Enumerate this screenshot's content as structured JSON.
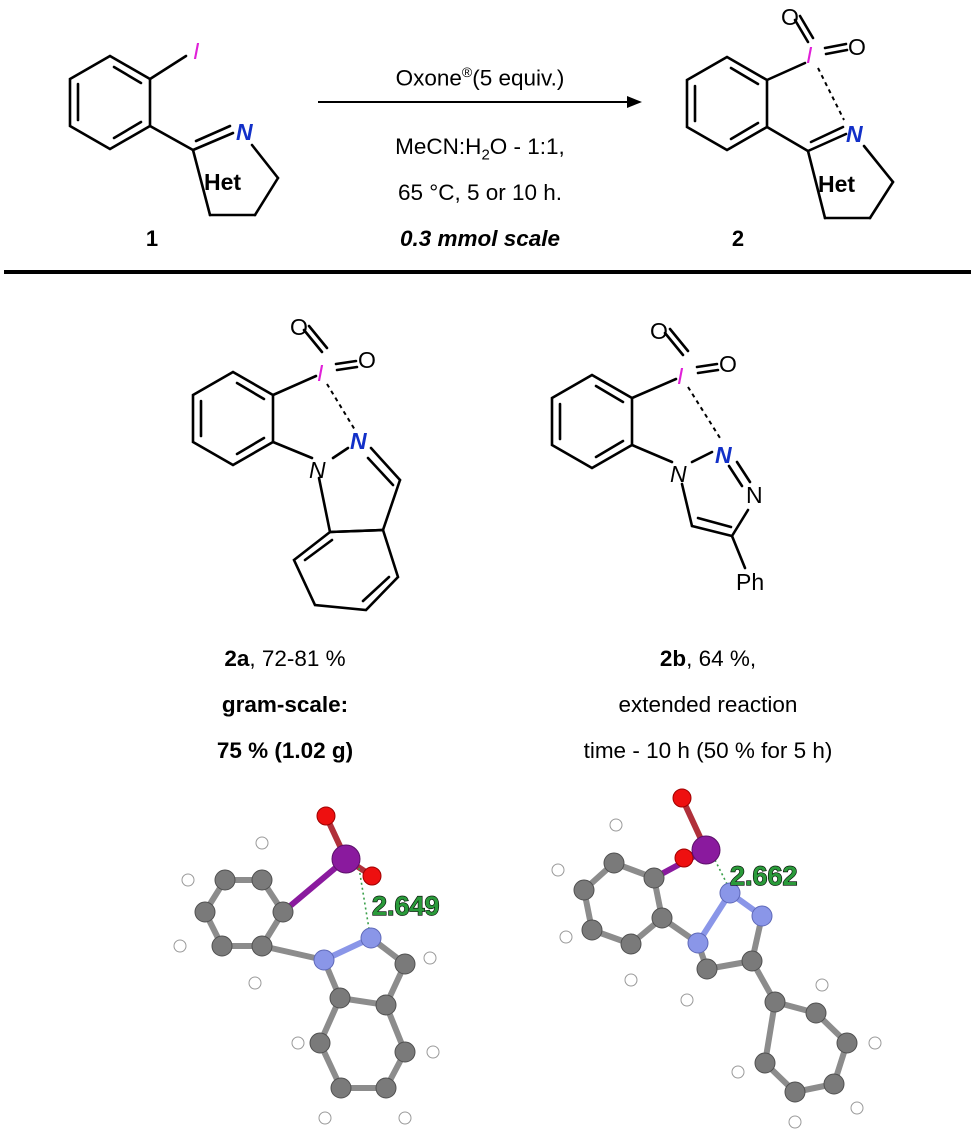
{
  "scheme": {
    "conditions": {
      "oxidant": "Oxone",
      "oxidant_mark": "®",
      "oxidant_equiv": "(5 equiv.)",
      "solvent_pre": "MeCN:H",
      "solvent_sub": "2",
      "solvent_post": "O - 1:1,",
      "temp_time": "65 °C, 5 or 10 h.",
      "scale": "0.3 mmol scale"
    },
    "reactant_label": "1",
    "product_label": "2",
    "atoms": {
      "iodine": "I",
      "nitrogen": "N",
      "oxygen": "O",
      "het": "Het",
      "phenyl": "Ph"
    }
  },
  "products": [
    {
      "id": "2a",
      "yield": ", 72-81 %",
      "gram_scale_label": "gram-scale:",
      "gram_scale_value": "75 % (1.02 g)",
      "distance": "2.649"
    },
    {
      "id": "2b",
      "yield": ", 64 %,",
      "note1": "extended reaction",
      "note2": "time - 10 h (50 % for 5 h)",
      "distance": "2.662"
    }
  ],
  "colors": {
    "iodine": "#e020d8",
    "nitrogen": "#1230c8",
    "distance_label": "#2a9a3a"
  }
}
